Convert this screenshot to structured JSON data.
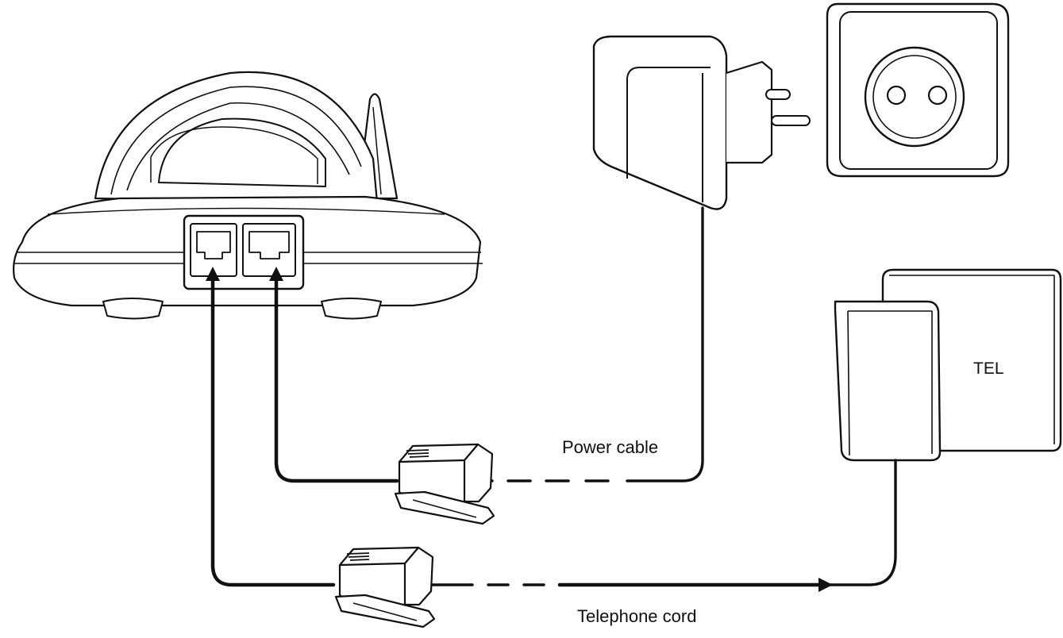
{
  "labels": {
    "power_cable": "Power cable",
    "telephone_cord": "Telephone cord",
    "tel_socket": "TEL"
  },
  "colors": {
    "line": "#111111",
    "fill": "#ffffff"
  }
}
